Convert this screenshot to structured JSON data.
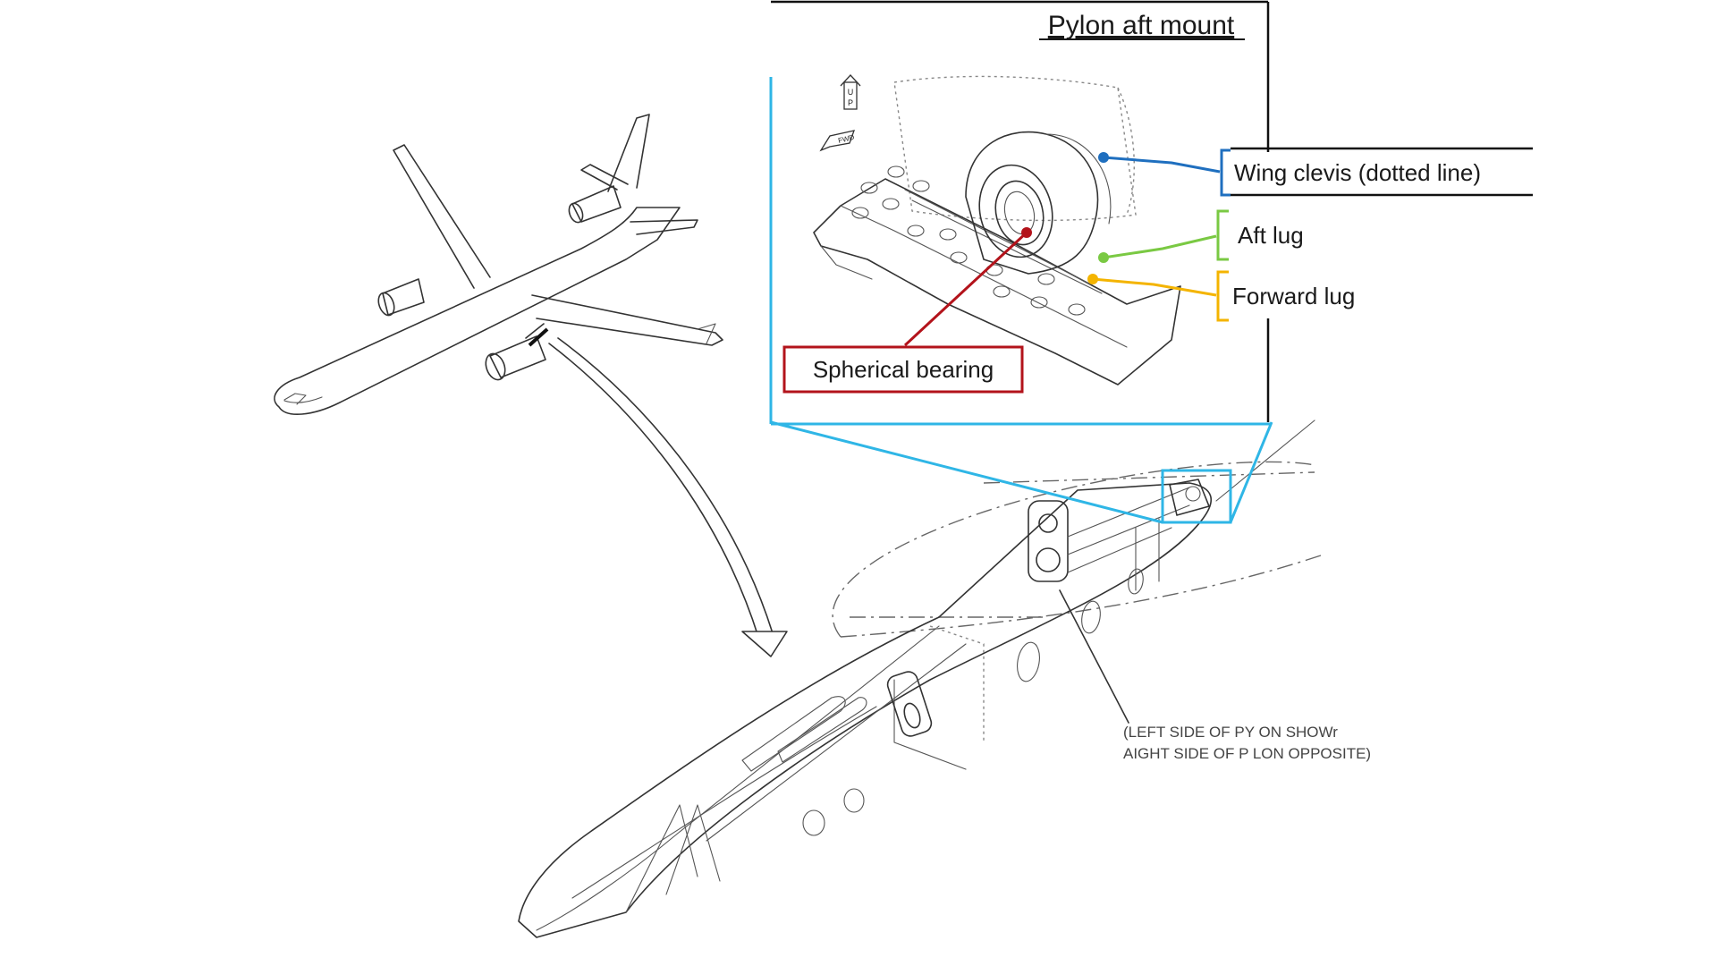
{
  "title": "Pylon aft mount",
  "labels": {
    "wing_clevis": "Wing clevis (dotted line)",
    "aft_lug": "Aft lug",
    "forward_lug": "Forward lug",
    "spherical_bearing": "Spherical bearing",
    "note_line1": "(LEFT SIDE OF PY ON SHOWr",
    "note_line2": "AIGHT SIDE OF P  LON OPPOSITE)",
    "up_arrow": "UP",
    "fwd_arrow": "FWD"
  },
  "colors": {
    "wing_clevis": "#1f6fbf",
    "aft_lug": "#7ac943",
    "forward_lug": "#f4b400",
    "spherical_bearing": "#b3131b",
    "callout_frame": "#2fb6e6"
  }
}
